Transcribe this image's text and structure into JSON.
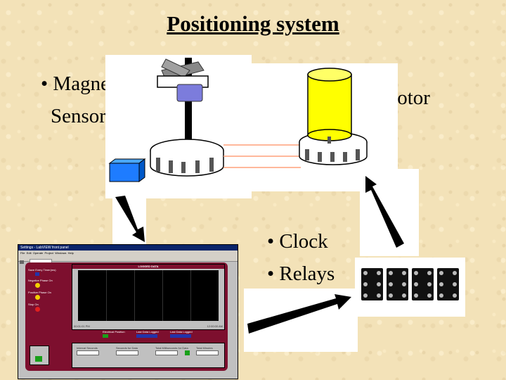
{
  "slide": {
    "title": "Positioning system",
    "bullets": {
      "magnetic_line1": "Magnetic",
      "magnetic_line2": "Sensor",
      "motor": "Motor",
      "clock": "Clock",
      "relays": "Relays"
    }
  },
  "software_window": {
    "title": "Settings - LabVIEW front panel",
    "menu": [
      "File",
      "Edit",
      "Operate",
      "Project",
      "Windows",
      "Help"
    ],
    "graph_title": "LOGGED DATA",
    "x_start": "00:01:01 PM",
    "x_end": "12:00:00 AM",
    "controls_left": [
      "Save Every Timer(ms)",
      "Negative Phase On",
      "Positive Phase On",
      "Stop On"
    ],
    "bottom_fields": [
      "Interval Seconds",
      "Seconds for Data",
      "Total Milliseconds for Data",
      "Total Minutes"
    ],
    "readout_labels": [
      "Electrical Position",
      "Last Data Logged",
      "Last Data Logged"
    ],
    "colors": {
      "window_bg": "#c0c0c0",
      "panel_bg": "#7d0f2e",
      "titlebar": "#0a246a",
      "graph_bg": "#000000"
    }
  },
  "icons": [
    "magnet-arm-icon",
    "sensor-block-icon",
    "motor-cylinder-icon",
    "disk-icon",
    "relay-board-icon",
    "arrow-icon"
  ]
}
